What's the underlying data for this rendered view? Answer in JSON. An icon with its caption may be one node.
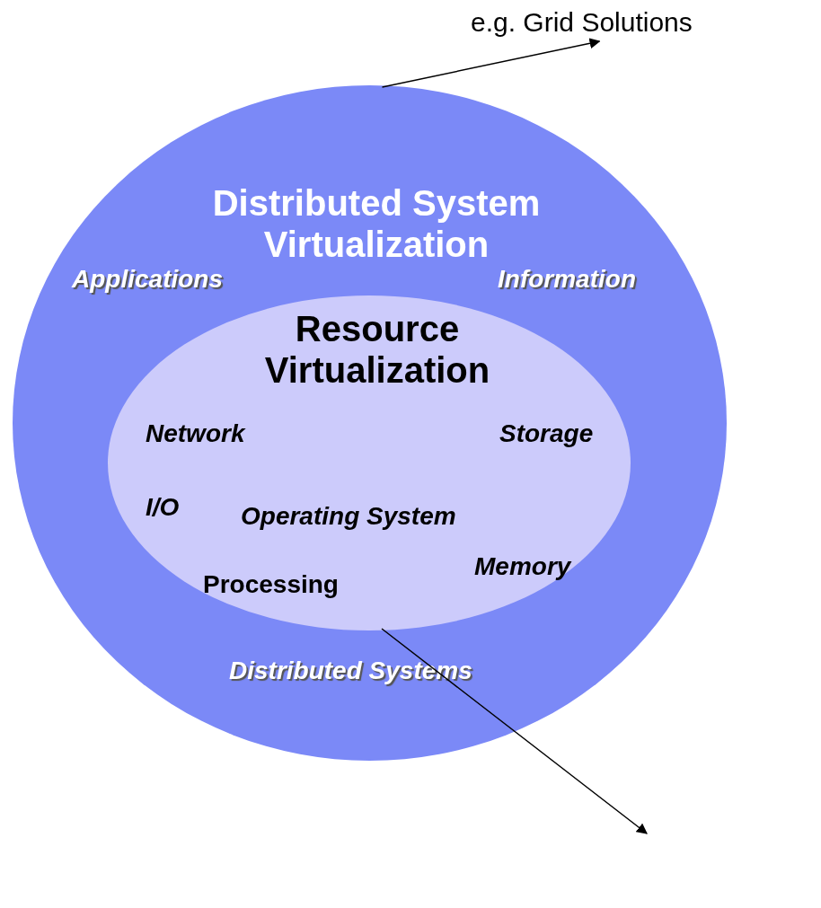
{
  "diagram": {
    "nodes": [
      {
        "text": [
          "Distributed System Virtualization",
          "Applications",
          "Information",
          "Distributed Systems"
        ]
      },
      {
        "text": [
          "Resource Virtualization",
          "Network",
          "Storage",
          "I/O",
          "Operating System",
          "Memory",
          "Processing"
        ],
        "in": 0
      },
      {
        "text": [
          "e.g. Grid Solutions"
        ]
      }
    ],
    "edges": [
      {
        "from": 0,
        "to": 2,
        "arrow": "to"
      },
      {
        "from": 1,
        "to": null,
        "arrow": "to"
      }
    ]
  }
}
